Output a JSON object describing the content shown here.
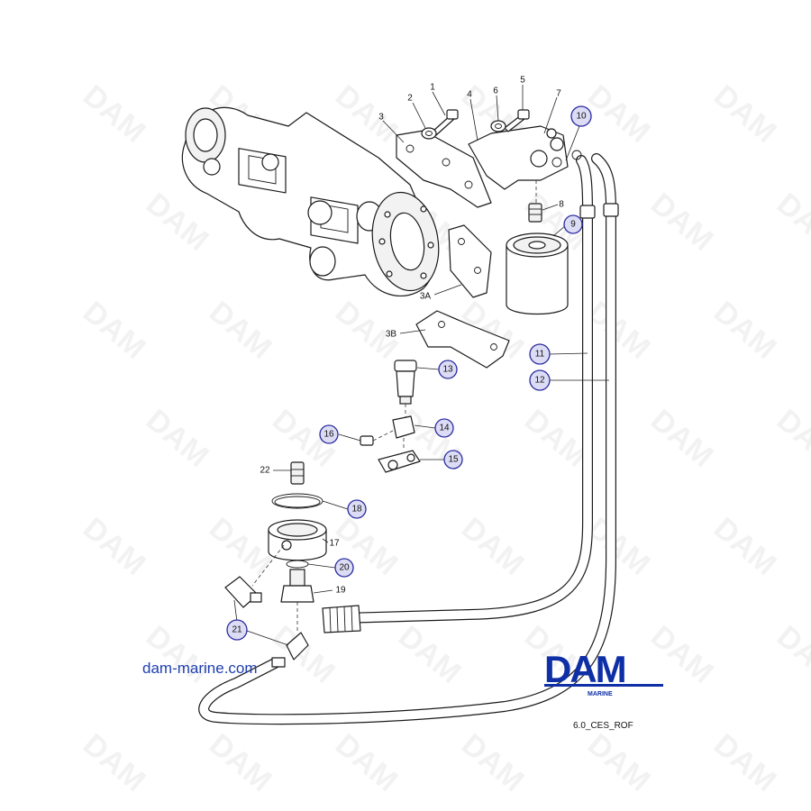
{
  "site_url": "dam-marine.com",
  "ref_code": "6.0_CES_ROF",
  "logo": {
    "name": "DAM",
    "sub": "MARINE",
    "color": "#0f2fa6"
  },
  "watermark_text": "DAM",
  "callout_color": "#2a2aa0",
  "plain_labels": [
    "1",
    "2",
    "3",
    "4",
    "5",
    "6",
    "7",
    "8",
    "3A",
    "3B",
    "17",
    "19",
    "22"
  ],
  "circled_labels": [
    "9",
    "10",
    "11",
    "12",
    "13",
    "14",
    "15",
    "16",
    "18",
    "20",
    "21"
  ]
}
